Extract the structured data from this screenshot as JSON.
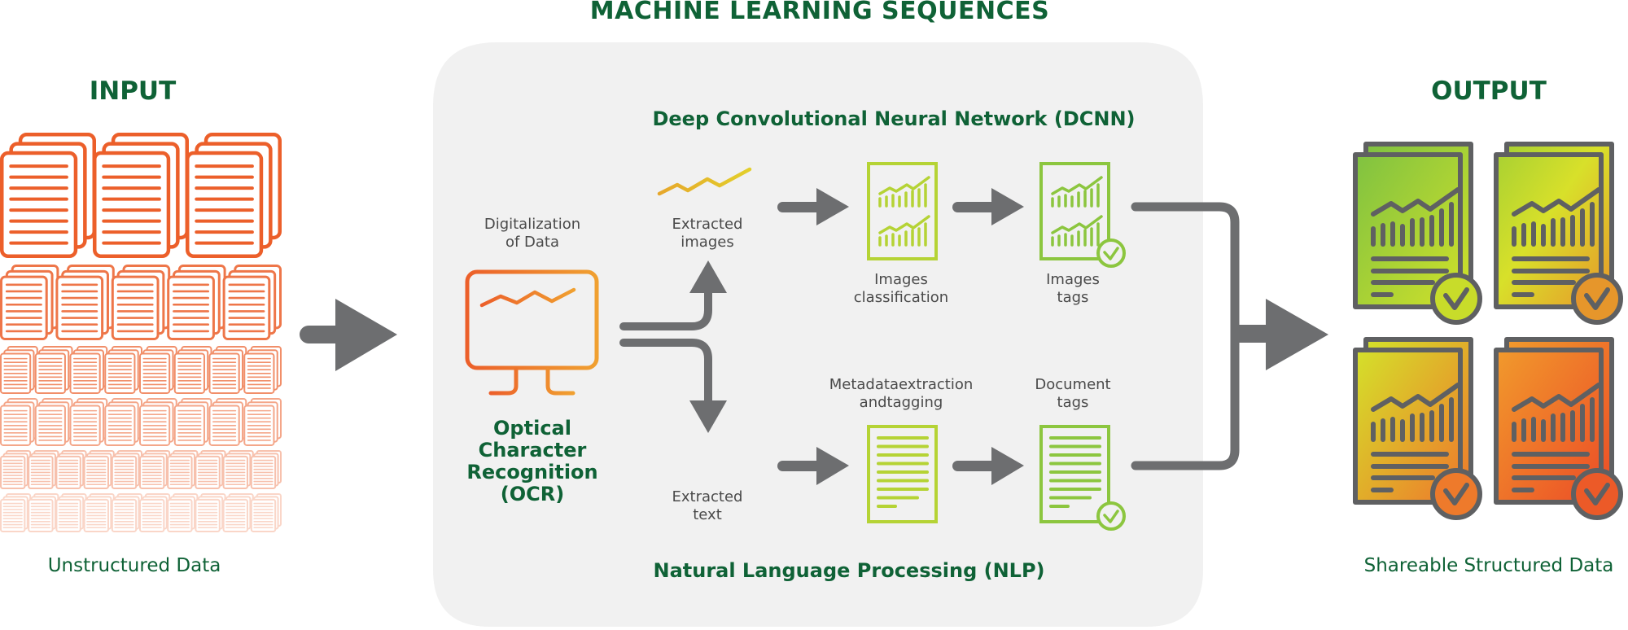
{
  "title": "MACHINE LEARNING SEQUENCES",
  "colors": {
    "heading_green": "#0f6236",
    "arrow_gray": "#6d6e70",
    "panel_gray": "#f1f1f1",
    "input_orange": "#ec5f2a",
    "lime": "#b5d335",
    "green": "#8cc63f",
    "yellow": "#e6b52a"
  },
  "input": {
    "heading": "INPUT",
    "caption": "Unstructured Data",
    "icon": "document-stack-icon",
    "rows": [
      {
        "count": 3,
        "opacity": 1.0
      },
      {
        "count": 5,
        "opacity": 0.85
      },
      {
        "count": 8,
        "opacity": 0.7
      },
      {
        "count": 8,
        "opacity": 0.55
      },
      {
        "count": 10,
        "opacity": 0.38
      },
      {
        "count": 10,
        "opacity": 0.25
      }
    ]
  },
  "output": {
    "heading": "OUTPUT",
    "caption": "Shareable Structured Data",
    "icon": "verified-report-icon",
    "documents": [
      {
        "gradient": [
          "#7fc241",
          "#cfe02a"
        ],
        "check": "#c8dc2a"
      },
      {
        "gradient": [
          "#a9d132",
          "#e7a12a"
        ],
        "check": "#e6962b"
      },
      {
        "gradient": [
          "#d4e12a",
          "#ee7a2b"
        ],
        "check": "#ee7a2b"
      },
      {
        "gradient": [
          "#f19a2c",
          "#ec4e27"
        ],
        "check": "#ec5a28"
      }
    ]
  },
  "pipeline": {
    "ocr": {
      "label_top": [
        "Digitalization",
        "of Data"
      ],
      "title": [
        "Optical",
        "Character",
        "Recognition",
        "(OCR)"
      ],
      "icon": "monitor-chart-icon"
    },
    "dcnn": {
      "title": "Deep Convolutional Neural Network (DCNN)",
      "steps": [
        {
          "label": [
            "Extracted",
            "images"
          ],
          "icon": "bar-chart-icon"
        },
        {
          "label": [
            "Images",
            "classification"
          ],
          "icon": "chart-document-icon"
        },
        {
          "label": [
            "Images",
            "tags"
          ],
          "icon": "chart-document-check-icon"
        }
      ]
    },
    "nlp": {
      "title": "Natural Language Processing (NLP)",
      "steps": [
        {
          "label": [
            "Extracted",
            "text"
          ],
          "icon": "text-lines-icon"
        },
        {
          "label": [
            "Metadataextraction",
            "andtagging"
          ],
          "icon": "text-document-icon"
        },
        {
          "label": [
            "Document",
            "tags"
          ],
          "icon": "text-document-check-icon"
        }
      ]
    }
  }
}
